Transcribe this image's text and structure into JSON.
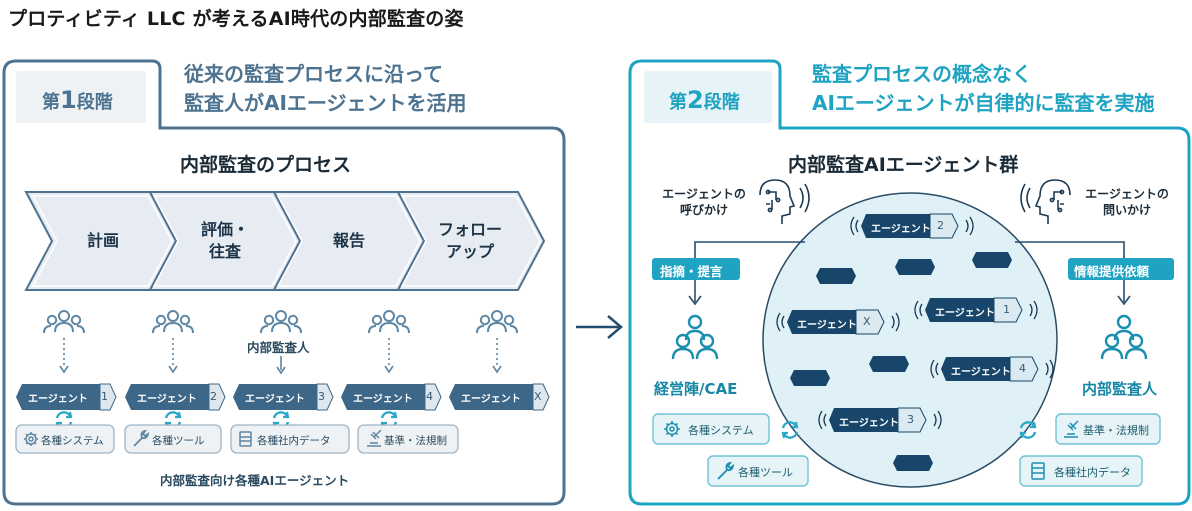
{
  "title": "プロティビティ LLC が考えるAI時代の内部監査の姿",
  "stage1": {
    "tab_prefix": "第",
    "tab_num": "1",
    "tab_suffix": "段階",
    "heading_line1": "従来の監査プロセスに沿って",
    "heading_line2": "監査人がAIエージェントを活用",
    "process_title": "内部監査のプロセス",
    "steps": [
      "計画",
      "評価・\n往査",
      "報告",
      "フォロー\nアップ"
    ],
    "auditor_label": "内部監査人",
    "agents": [
      {
        "label": "エージェント",
        "num": "1"
      },
      {
        "label": "エージェント",
        "num": "2"
      },
      {
        "label": "エージェント",
        "num": "3"
      },
      {
        "label": "エージェント",
        "num": "4"
      },
      {
        "label": "エージェント",
        "num": "X"
      }
    ],
    "tools": [
      "各種システム",
      "各種ツール",
      "各種社内データ",
      "基準・法規制"
    ],
    "footer": "内部監査向け各種AIエージェント"
  },
  "stage2": {
    "tab_prefix": "第",
    "tab_num": "2",
    "tab_suffix": "段階",
    "heading_line1": "監査プロセスの概念なく",
    "heading_line2": "AIエージェントが自律的に監査を実施",
    "group_title": "内部監査AIエージェント群",
    "call_left": "エージェントの\n呼びかけ",
    "call_right": "エージェントの\n問いかけ",
    "badge_left": "指摘・提言",
    "badge_right": "情報提供依頼",
    "role_left": "経営陣/CAE",
    "role_right": "内部監査人",
    "agents": [
      {
        "label": "エージェント",
        "num": "2"
      },
      {
        "label": "エージェント",
        "num": "X"
      },
      {
        "label": "エージェント",
        "num": "1"
      },
      {
        "label": "エージェント",
        "num": "4"
      },
      {
        "label": "エージェント",
        "num": "3"
      }
    ],
    "tools": [
      "各種システム",
      "各種ツール",
      "基準・法規制",
      "各種社内データ"
    ]
  },
  "colors": {
    "stage1": "#4d7390",
    "stage2": "#1fa3c2",
    "navy": "#264e6e",
    "agent2": "#17466a",
    "chevron": "#e6ecf1",
    "circle": "#dff1f6"
  },
  "icons": [
    "people-icon",
    "gear-icon",
    "wrench-icon",
    "database-icon",
    "gavel-icon",
    "refresh-icon",
    "arrow-right-icon",
    "ai-head-icon",
    "signal-wave-icon"
  ]
}
